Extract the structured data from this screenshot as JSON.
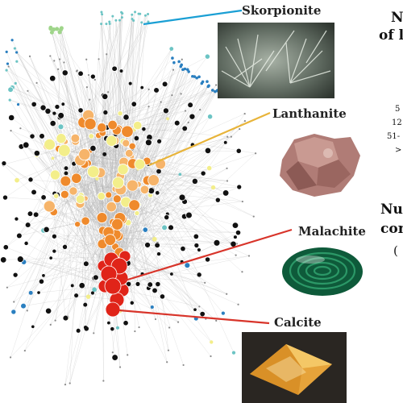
{
  "callouts": [
    {
      "name": "Skorpionite",
      "color": "#1a9fd4"
    },
    {
      "name": "Lanthanite",
      "color": "#e8b43a"
    },
    {
      "name": "Malachite",
      "color": "#d8342a"
    },
    {
      "name": "Calcite",
      "color": "#d8342a"
    }
  ],
  "side_panel": {
    "heading1_a": "N",
    "heading1_b": "of l",
    "legend_1": "5",
    "legend_2": "12",
    "legend_3": "51-",
    "legend_4": ">",
    "heading2_a": "Nu",
    "heading2_b": "con",
    "heading2_c": "("
  },
  "node_colors": {
    "black": "#111111",
    "red": "#e02419",
    "orange": "#ef8a2c",
    "light_orange": "#f6b46a",
    "yellow": "#f3ee8a",
    "teal": "#6cc4c4",
    "blue": "#2a7fc0",
    "green": "#9fd58a",
    "edge": "#b5b5b5"
  }
}
